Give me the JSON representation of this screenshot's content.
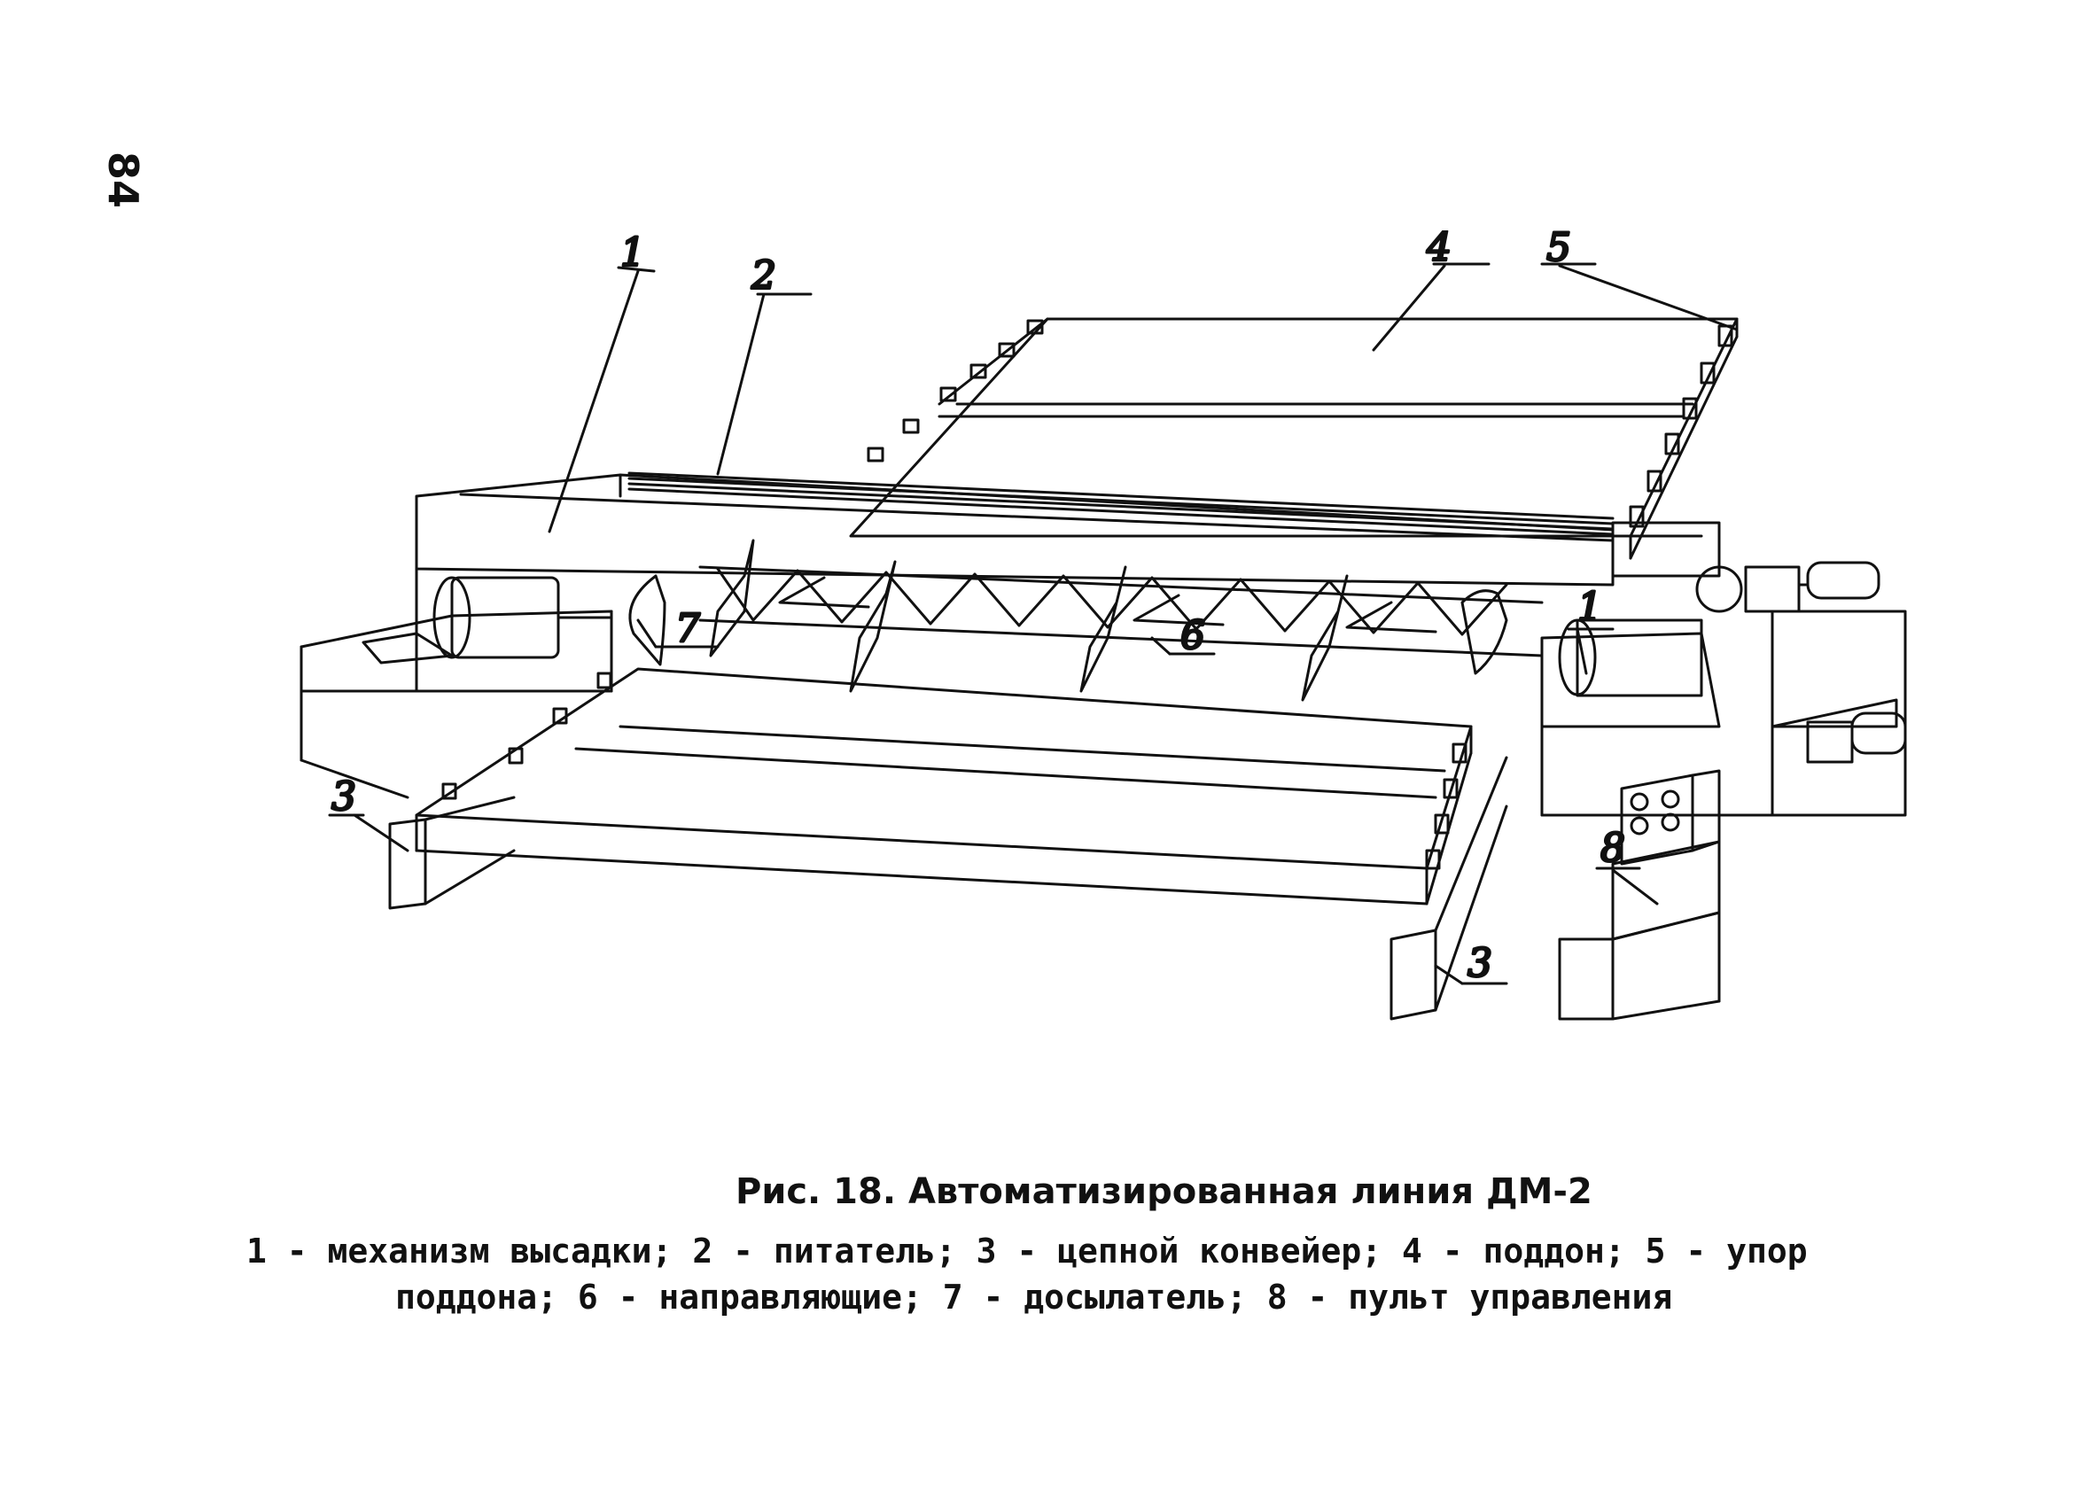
{
  "page": {
    "number": "84"
  },
  "figure": {
    "callouts": {
      "c1_left": "1",
      "c2": "2",
      "c3_left": "3",
      "c3_right": "3",
      "c4": "4",
      "c5": "5",
      "c6": "6",
      "c7": "7",
      "c1_right": "1",
      "c8": "8"
    }
  },
  "caption": {
    "title": "Рис. 18. Автоматизированная линия ДМ-2",
    "line1": "1 - механизм высадки; 2 - питатель; 3 - цепной конвейер; 4 - поддон; 5 - упор",
    "line2": "поддона; 6 - направляющие; 7 - досылатель; 8 - пульт управления"
  }
}
